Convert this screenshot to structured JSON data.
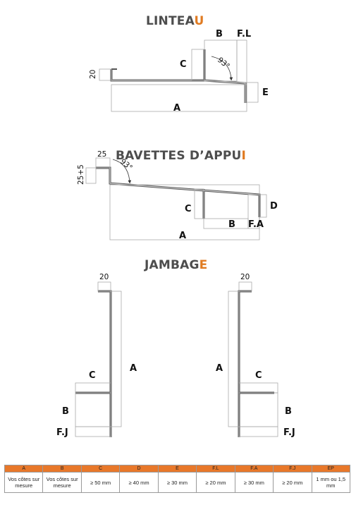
{
  "titles": {
    "linteau": {
      "main": "LINTEA",
      "accent": "U"
    },
    "bavettes": {
      "main": "BAVETTES D’APPU",
      "accent": "I"
    },
    "jambage": {
      "main": "JAMBAG",
      "accent": "E"
    }
  },
  "linteau": {
    "label_b": "B",
    "label_fl": "F.L",
    "label_c": "C",
    "label_angle": "93°",
    "label_20": "20",
    "label_e": "E",
    "label_a": "A"
  },
  "bavettes": {
    "label_25": "25",
    "label_25_5": "25+5",
    "label_angle": "93°",
    "label_c": "C",
    "label_d": "D",
    "label_b": "B",
    "label_fa": "F.A",
    "label_a": "A"
  },
  "jambage": {
    "left": {
      "label_20": "20",
      "label_a": "A",
      "label_c": "C",
      "label_b": "B",
      "label_fj": "F.J"
    },
    "right": {
      "label_20": "20",
      "label_a": "A",
      "label_c": "C",
      "label_b": "B",
      "label_fj": "F.J"
    }
  },
  "table": {
    "headers": [
      "A",
      "B",
      "C",
      "D",
      "E",
      "F.L",
      "F.A",
      "F.J",
      "EP"
    ],
    "values": [
      "Vos côtes sur mesure",
      "Vos côtes sur mesure",
      "≥ 50 mm",
      "≥ 40 mm",
      "≥ 30 mm",
      "≥ 20 mm",
      "≥ 30 mm",
      "≥ 20 mm",
      "1 mm ou 1,5 mm"
    ]
  },
  "colors": {
    "accent": "#e07b22",
    "title": "#4d4d4d",
    "table_header": "#e8782a"
  }
}
